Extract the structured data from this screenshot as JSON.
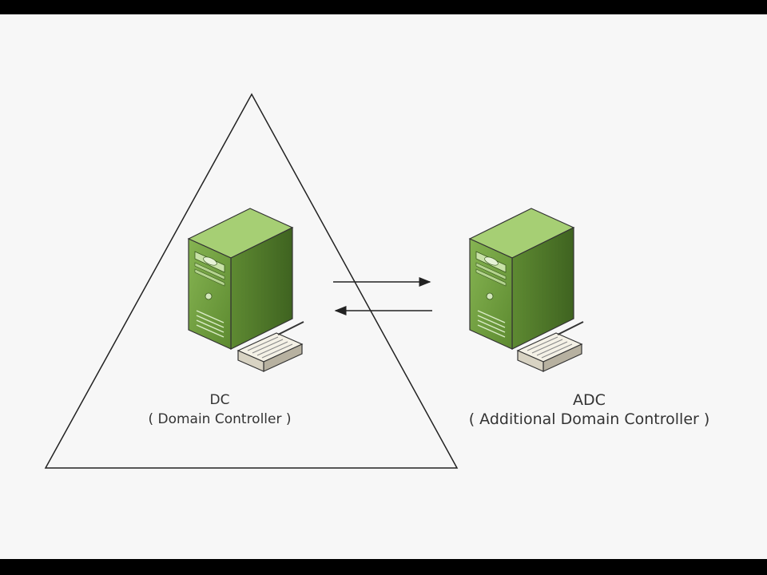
{
  "dc": {
    "name": "DC",
    "full_name": "( Domain Controller )"
  },
  "adc": {
    "name": "ADC",
    "full_name": "( Additional Domain Controller )"
  },
  "colors": {
    "server_front": "#6f9c3e",
    "server_side": "#4d7328",
    "server_top": "#9cc76a",
    "line": "#222222",
    "background": "#f7f7f7",
    "letterbox": "#000000"
  },
  "icons": [
    "server-tower-icon",
    "network-card-icon",
    "right-arrow-icon",
    "left-arrow-icon"
  ]
}
